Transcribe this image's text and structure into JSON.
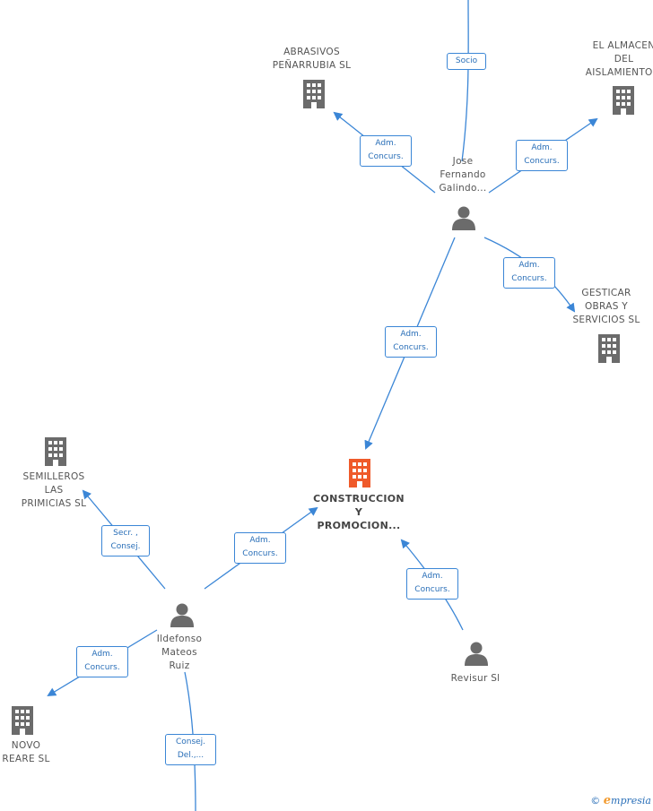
{
  "colors": {
    "edge": "#3b86d6",
    "company_icon": "#6b6b6b",
    "person_icon": "#6b6b6b",
    "main_icon": "#ef5a2a",
    "text": "#555555"
  },
  "nodes": {
    "main": {
      "label": "CONSTRUCCION\nY\nPROMOCION...",
      "icon": "building-icon"
    },
    "abrasivos": {
      "label": "ABRASIVOS\nPEÑARRUBIA SL",
      "icon": "building-icon"
    },
    "almacen": {
      "label": "EL ALMACEN\nDEL\nAISLAMIENTO S",
      "icon": "building-icon"
    },
    "gesticar": {
      "label": "GESTICAR\nOBRAS Y\nSERVICIOS SL",
      "icon": "building-icon"
    },
    "semilleros": {
      "label": "SEMILLEROS\nLAS\nPRIMICIAS SL",
      "icon": "building-icon"
    },
    "novo": {
      "label": "NOVO\nREARE SL",
      "icon": "building-icon"
    },
    "jose": {
      "label": "Jose\nFernando\nGalindo...",
      "icon": "person-icon"
    },
    "ildefonso": {
      "label": "Ildefonso\nMateos\nRuiz",
      "icon": "person-icon"
    },
    "revisur": {
      "label": "Revisur Sl",
      "icon": "person-icon"
    }
  },
  "edges": {
    "socio": "Socio",
    "jose_abrasivos": "Adm.\nConcurs.",
    "jose_almacen": "Adm.\nConcurs.",
    "jose_gesticar": "Adm.\nConcurs.",
    "jose_main": "Adm.\nConcurs.",
    "ildefonso_main": "Adm.\nConcurs.",
    "ildefonso_semilleros": "Secr. ,\nConsej.",
    "ildefonso_novo": "Adm.\nConcurs.",
    "ildefonso_down": "Consej.\nDel.,...",
    "revisur_main": "Adm.\nConcurs."
  },
  "watermark": {
    "copyright": "©",
    "brand_initial": "e",
    "brand_rest": "mpresia"
  }
}
